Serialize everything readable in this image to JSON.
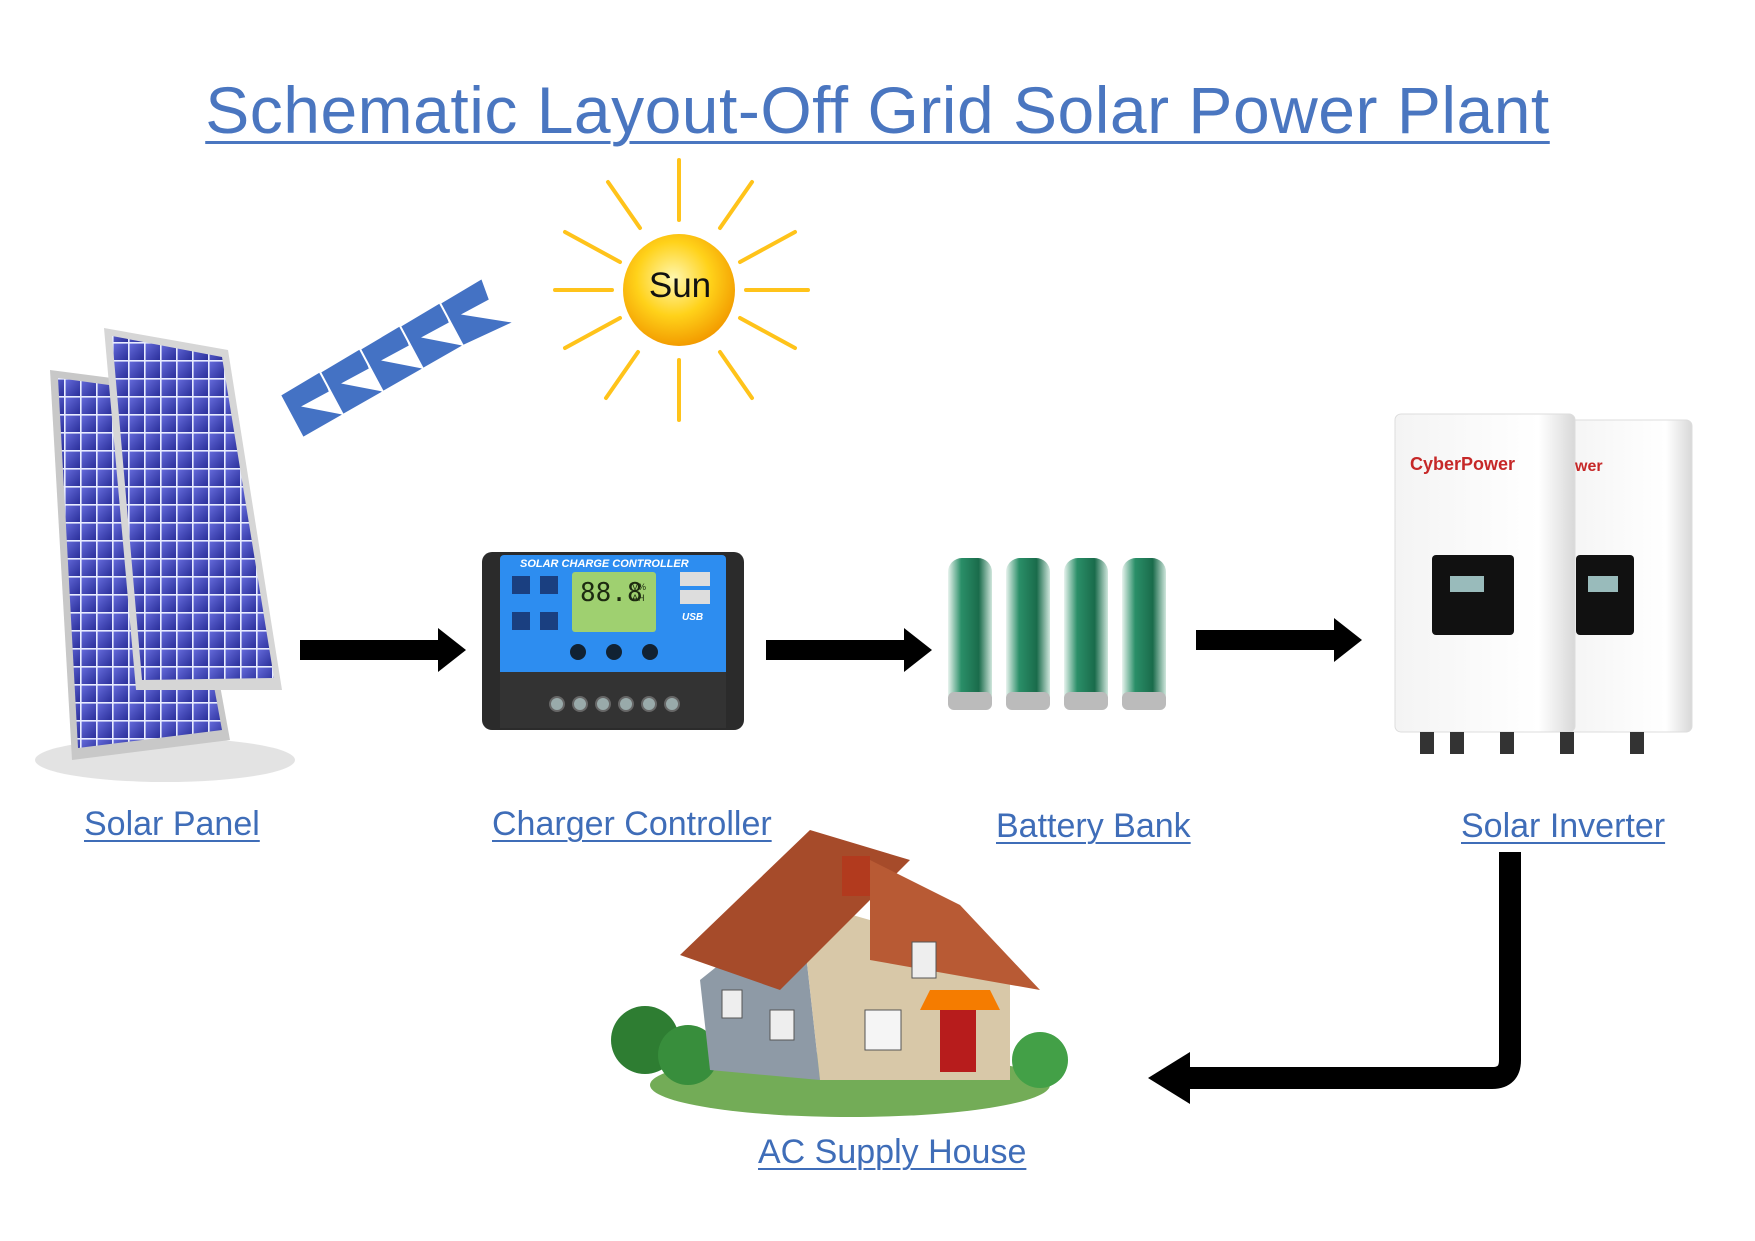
{
  "title": "Schematic Layout-Off Grid Solar Power Plant",
  "sun": {
    "label": "Sun",
    "color": "#f7b500"
  },
  "components": {
    "solar_panel": {
      "label": "Solar Panel"
    },
    "charge_controller": {
      "label": "Charger Controller",
      "device_title": "SOLAR CHARGE CONTROLLER",
      "display": "88.8",
      "display_unit": "V% AH",
      "usb": "USB"
    },
    "battery_bank": {
      "label": "Battery Bank"
    },
    "solar_inverter": {
      "label": "Solar Inverter",
      "brand": "CyberPower",
      "brand_partial": "wer"
    },
    "house": {
      "label": "AC Supply House"
    }
  },
  "colors": {
    "title": "#4a76c0",
    "label": "#3f6db8",
    "arrow": "#000000",
    "chevron": "#4472c4",
    "panel": "#3a3fb0",
    "controller": "#1e88e5",
    "battery": "#1f7a5a"
  }
}
